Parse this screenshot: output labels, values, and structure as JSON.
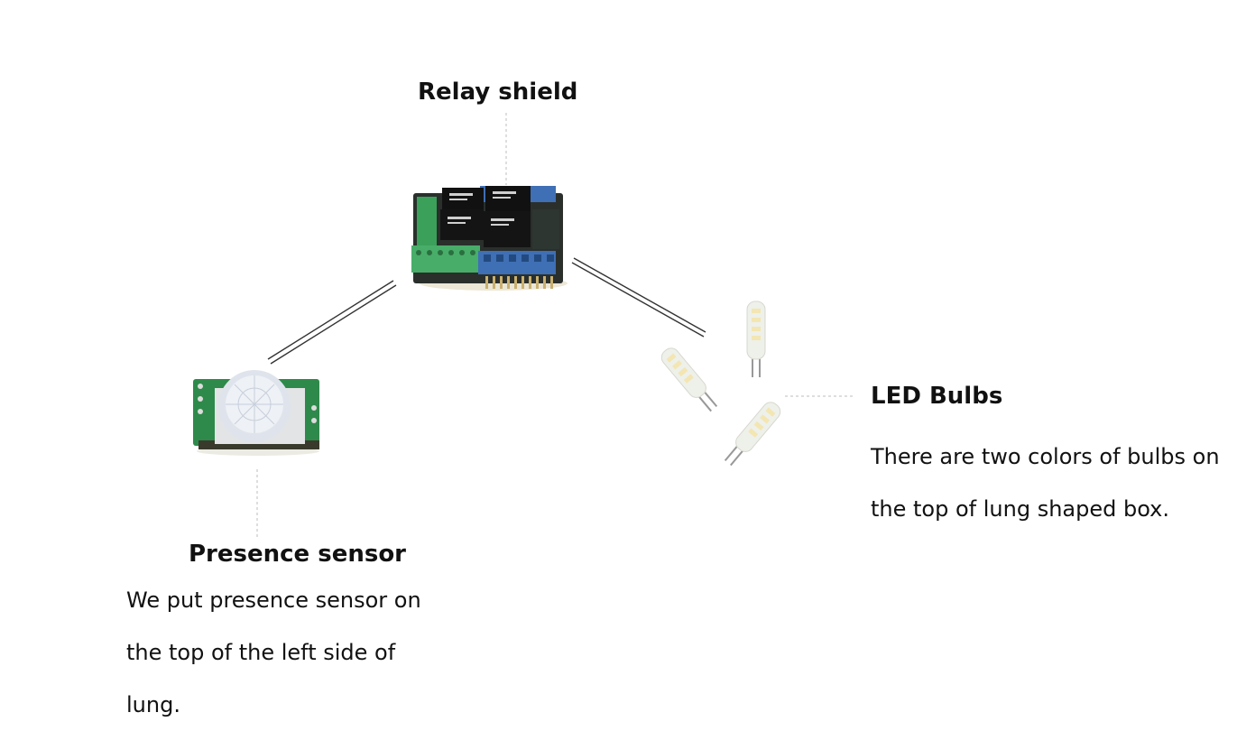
{
  "relay": {
    "title": "Relay shield"
  },
  "sensor": {
    "title": "Presence sensor",
    "desc": [
      "We put presence sensor on",
      "the top of the left side of",
      "lung."
    ]
  },
  "bulbs": {
    "title": "LED Bulbs",
    "desc": [
      "There are two colors of bulbs on",
      "the top of lung shaped box."
    ]
  }
}
